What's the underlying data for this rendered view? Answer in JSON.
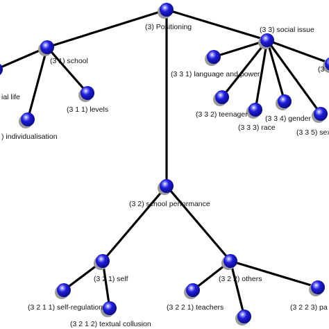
{
  "colors": {
    "background": "#ffffff",
    "edge": "#000000",
    "node_fill": "#1f1fd6",
    "node_dark": "#0a0a8a",
    "node_shadow": "#9a9a9a",
    "label": "#111111"
  },
  "nodes": [
    {
      "id": "positioning",
      "label": "(3) Positioning"
    },
    {
      "id": "school",
      "label": "(3 1) school"
    },
    {
      "id": "social_life",
      "label": "ial life"
    },
    {
      "id": "individualisation",
      "label": ") individualisation"
    },
    {
      "id": "levels",
      "label": "(3 1 1) levels"
    },
    {
      "id": "social_issues",
      "label": "(3 3) social issue"
    },
    {
      "id": "language_power",
      "label": "(3 3 1) language and power"
    },
    {
      "id": "teenager",
      "label": "(3 3 2) teenager"
    },
    {
      "id": "race",
      "label": "(3 3 3) race"
    },
    {
      "id": "gender",
      "label": "(3 3 4) gender"
    },
    {
      "id": "sex",
      "label": "(3 3 5) sex"
    },
    {
      "id": "right_partial",
      "label": "(3"
    },
    {
      "id": "school_performance",
      "label": "(3 2) school performance"
    },
    {
      "id": "self",
      "label": "(3 2 1) self"
    },
    {
      "id": "self_regulation",
      "label": "(3 2 1 1) self-regulation"
    },
    {
      "id": "textual_collusion",
      "label": "(3 2 1 2) textual collusion"
    },
    {
      "id": "others",
      "label": "(3 2 2) others"
    },
    {
      "id": "teachers",
      "label": "(3 2 2 1) teachers"
    },
    {
      "id": "pa",
      "label": "(3 2 2 3) pa"
    },
    {
      "id": "others_child2",
      "label": ""
    }
  ]
}
